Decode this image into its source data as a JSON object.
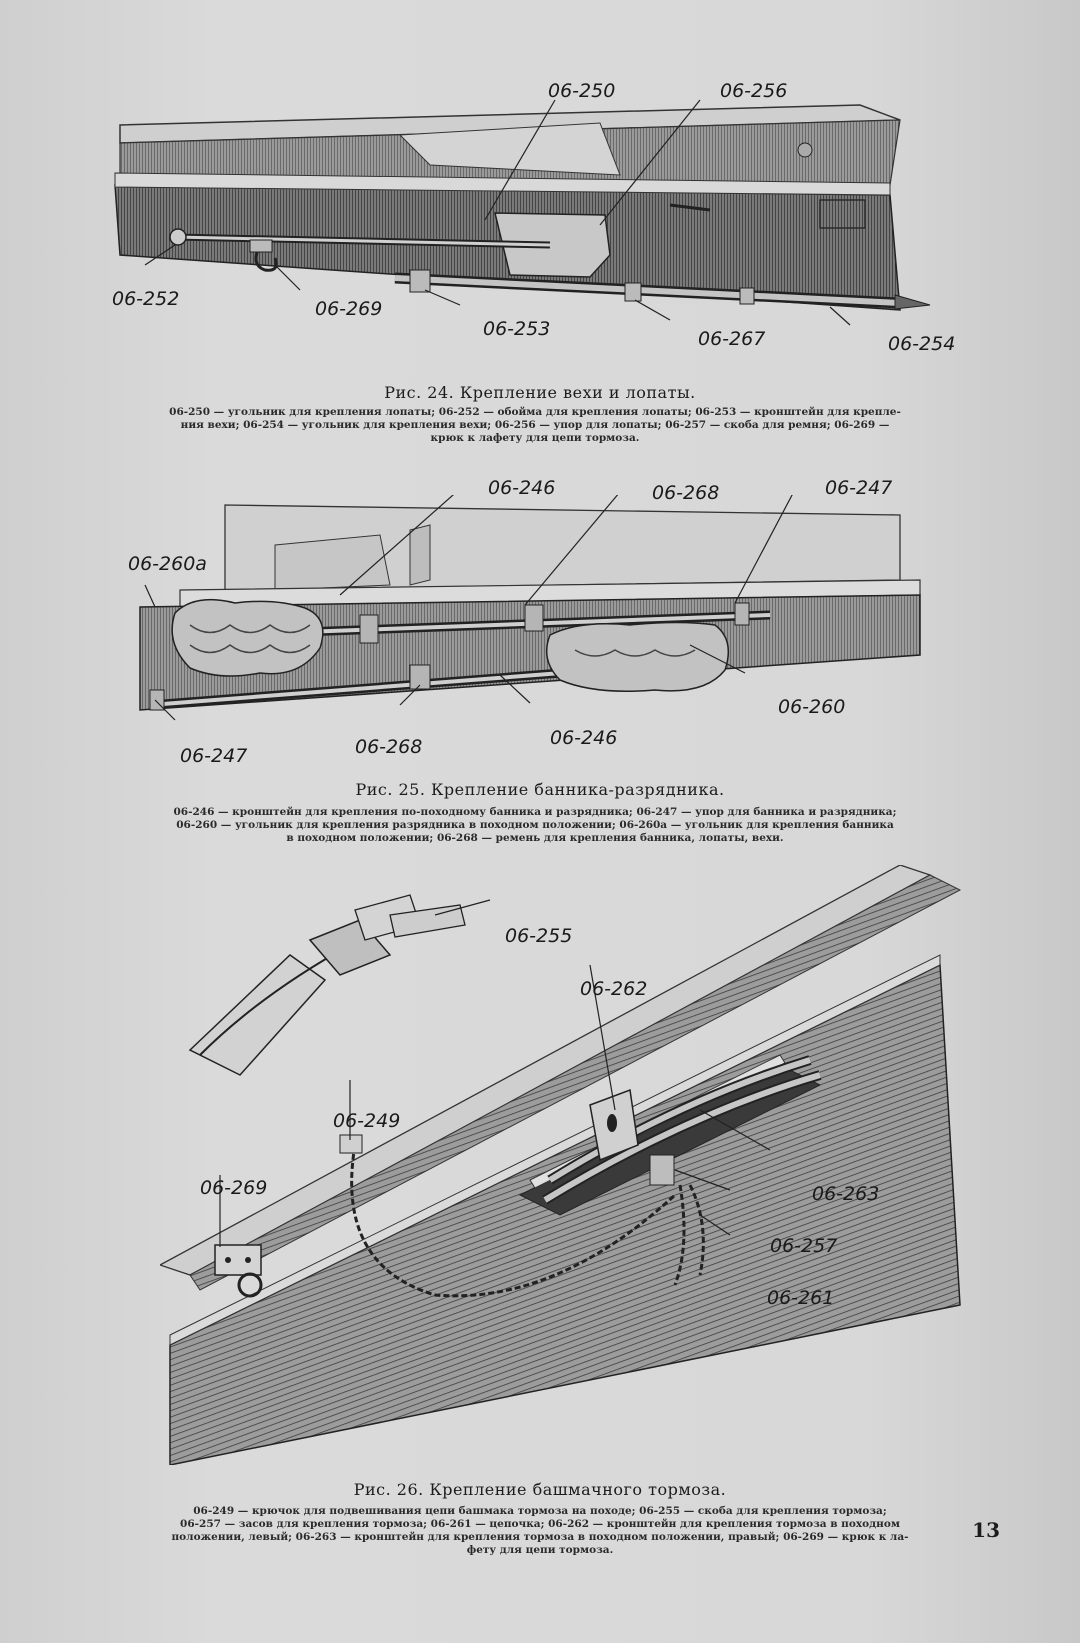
{
  "fig24": {
    "labels": {
      "l250": "06-250",
      "l256": "06-256",
      "l252": "06-252",
      "l269": "06-269",
      "l253": "06-253",
      "l267": "06-267",
      "l254": "06-254"
    },
    "title": "Рис. 24. Крепление вехи и лопаты.",
    "caption_lines": [
      "06-250 — угольник для крепления лопаты; 06-252 — обойма для крепления лопаты; 06-253 — кронштейн для крепле-",
      "ния вехи; 06-254 — угольник для крепления вехи; 06-256 — упор для лопаты; 06-257 — скоба для ремня; 06-269 —",
      "крюк к лафету для цепи тормоза."
    ]
  },
  "fig25": {
    "labels": {
      "l246top": "06-246",
      "l268top": "06-268",
      "l247top": "06-247",
      "l260a": "06-260а",
      "l260": "06-260",
      "l247bot": "06-247",
      "l268bot": "06-268",
      "l246bot": "06-246"
    },
    "title": "Рис. 25. Крепление банника-разрядника.",
    "caption_lines": [
      "06-246 — кронштейн для крепления по-походному банника и разрядника; 06-247 — упор для банника и разрядника;",
      "06-260 — угольник для крепления разрядника в походном положении; 06-260а — угольник для крепления банника",
      "в походном положении; 06-268 — ремень для крепления банника, лопаты, вехи."
    ]
  },
  "fig26": {
    "labels": {
      "l255": "06-255",
      "l262": "06-262",
      "l249": "06-249",
      "l269": "06-269",
      "l263": "06-263",
      "l257": "06-257",
      "l261": "06-261"
    },
    "title": "Рис. 26. Крепление башмачного тормоза.",
    "caption_lines": [
      "06-249 — крючок для подвешивания цепи башмака тормоза на походе; 06-255 — скоба для крепления тормоза;",
      "06-257 — засов для крепления тормоза; 06-261 — цепочка; 06-262 — кронштейн для крепления тормоза в походном",
      "положении, левый; 06-263 — кронштейн для крепления тормоза в походном положении, правый; 06-269 — крюк к ла-",
      "фету для цепи тормоза."
    ]
  },
  "page_number": "13"
}
